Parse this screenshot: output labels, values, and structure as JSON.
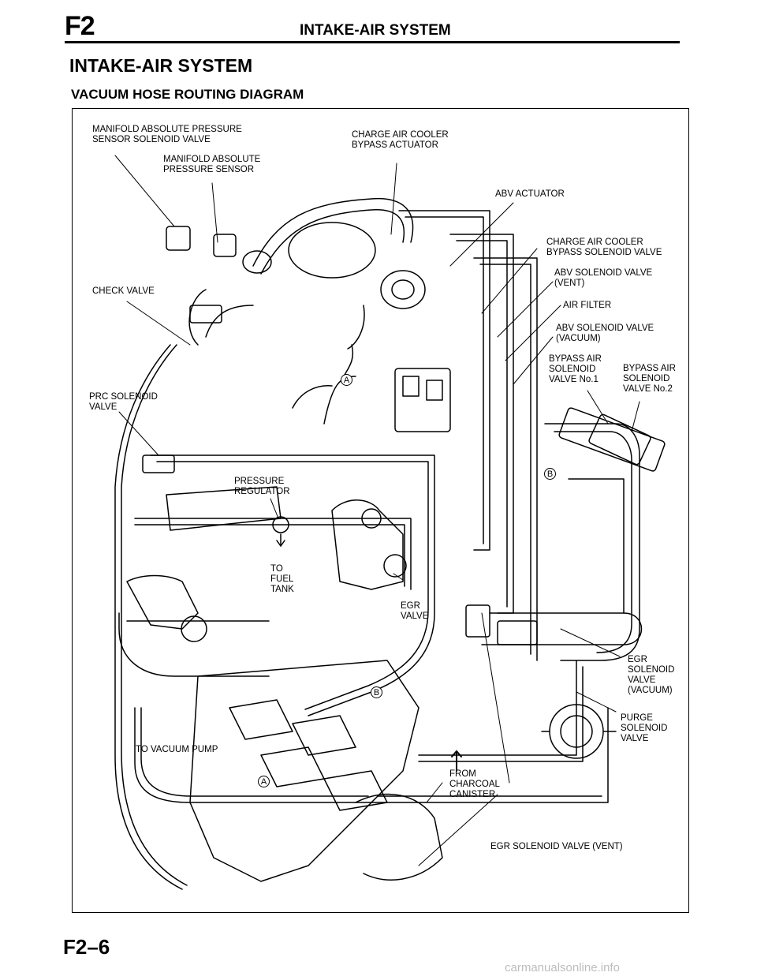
{
  "header": {
    "code": "F2",
    "title": "INTAKE-AIR SYSTEM"
  },
  "section_title": "INTAKE-AIR SYSTEM",
  "subtitle": "VACUUM HOSE ROUTING DIAGRAM",
  "labels": {
    "map_solenoid": "MANIFOLD ABSOLUTE PRESSURE\nSENSOR SOLENOID VALVE",
    "map_sensor": "MANIFOLD ABSOLUTE\nPRESSURE SENSOR",
    "cac_actuator": "CHARGE AIR COOLER\nBYPASS ACTUATOR",
    "abv_actuator": "ABV ACTUATOR",
    "cac_solenoid": "CHARGE AIR COOLER\nBYPASS SOLENOID VALVE",
    "abv_vent": "ABV SOLENOID VALVE\n(VENT)",
    "check_valve": "CHECK VALVE",
    "air_filter": "AIR FILTER",
    "abv_vacuum": "ABV SOLENOID VALVE\n(VACUUM)",
    "bypass_1": "BYPASS AIR\nSOLENOID\nVALVE No.1",
    "bypass_2": "BYPASS AIR\nSOLENOID\nVALVE No.2",
    "prc": "PRC SOLENOID\nVALVE",
    "pressure_reg": "PRESSURE\nREGULATOR",
    "fuel_tank": "TO\nFUEL\nTANK",
    "egr_valve": "EGR\nVALVE",
    "egr_vacuum": "EGR\nSOLENOID\nVALVE\n(VACUUM)",
    "purge": "PURGE\nSOLENOID\nVALVE",
    "vacuum_pump": "TO VACUUM PUMP",
    "charcoal": "FROM\nCHARCOAL\nCANISTER",
    "egr_vent": "EGR SOLENOID VALVE (VENT)"
  },
  "markers": {
    "a": "A",
    "b": "B"
  },
  "footer": {
    "page": "F2–6"
  },
  "watermark": "carmanualsonline.info"
}
